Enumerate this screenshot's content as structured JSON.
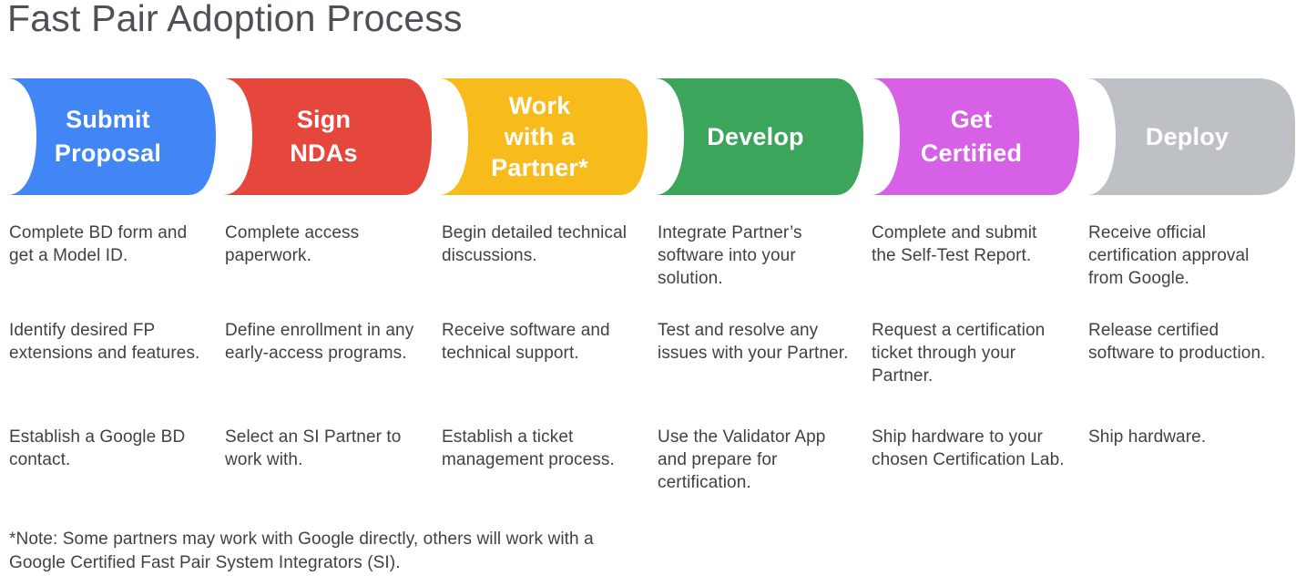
{
  "title": "Fast Pair Adoption Process",
  "colors": {
    "title_text": "#4d5156",
    "body_text": "#3e4247",
    "stage_label_text": "#ffffff"
  },
  "stages": [
    {
      "label_lines": [
        "Submit",
        "Proposal"
      ],
      "label": "Submit Proposal",
      "color": "#4286F5",
      "tasks": [
        "Complete BD form and get a Model ID.",
        "Identify desired FP extensions and features.",
        "Establish a Google BD contact."
      ]
    },
    {
      "label_lines": [
        "Sign",
        "NDAs"
      ],
      "label": "Sign NDAs",
      "color": "#E5473C",
      "tasks": [
        "Complete access paperwork.",
        "Define enrollment in any early-access programs.",
        "Select an SI Partner to work with."
      ]
    },
    {
      "label_lines": [
        "Work",
        "with a",
        "Partner*"
      ],
      "label": "Work with a Partner*",
      "color": "#F7BC1C",
      "tasks": [
        "Begin detailed technical discussions.",
        "Receive software and technical support.",
        "Establish a ticket management process."
      ]
    },
    {
      "label_lines": [
        "Develop"
      ],
      "label": "Develop",
      "color": "#3BA55C",
      "tasks": [
        "Integrate Partner’s software into your solution.",
        "Test and resolve any issues with your Partner.",
        "Use the Validator App and prepare for certification."
      ]
    },
    {
      "label_lines": [
        "Get",
        "Certified"
      ],
      "label": "Get Certified",
      "color": "#D761E6",
      "tasks": [
        "Complete and submit the Self-Test Report.",
        "Request a certification ticket through your Partner.",
        "Ship hardware to your chosen Certification Lab."
      ]
    },
    {
      "label_lines": [
        "Deploy"
      ],
      "label": "Deploy",
      "color": "#BDC1C6",
      "tasks": [
        "Receive official certification approval from Google.",
        "Release certified software to production.",
        "Ship hardware."
      ]
    }
  ],
  "footnote": "*Note: Some partners may work with Google directly, others will work with a Google Certified Fast Pair System Integrators (SI)."
}
